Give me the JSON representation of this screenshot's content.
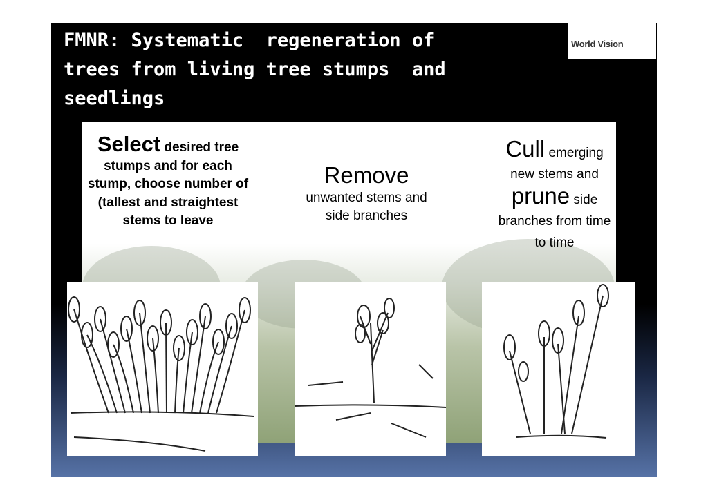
{
  "slide": {
    "title": "FMNR: Systematic  regeneration of\ntrees from living tree stumps  and\nseedlings",
    "logo_text": "World Vision",
    "steps": [
      {
        "keyword": "Select",
        "text": "desired tree stumps and for each stump, choose number of (tallest and straightest stems to leave"
      },
      {
        "keyword": "Remove",
        "text": "unwanted stems and side branches"
      },
      {
        "keyword": "Cull",
        "text": "emerging new stems and",
        "keyword2": "prune",
        "text2": "side branches from time to time"
      }
    ]
  },
  "colors": {
    "accent": "#f07d1a",
    "bottom": "#5672a6"
  }
}
